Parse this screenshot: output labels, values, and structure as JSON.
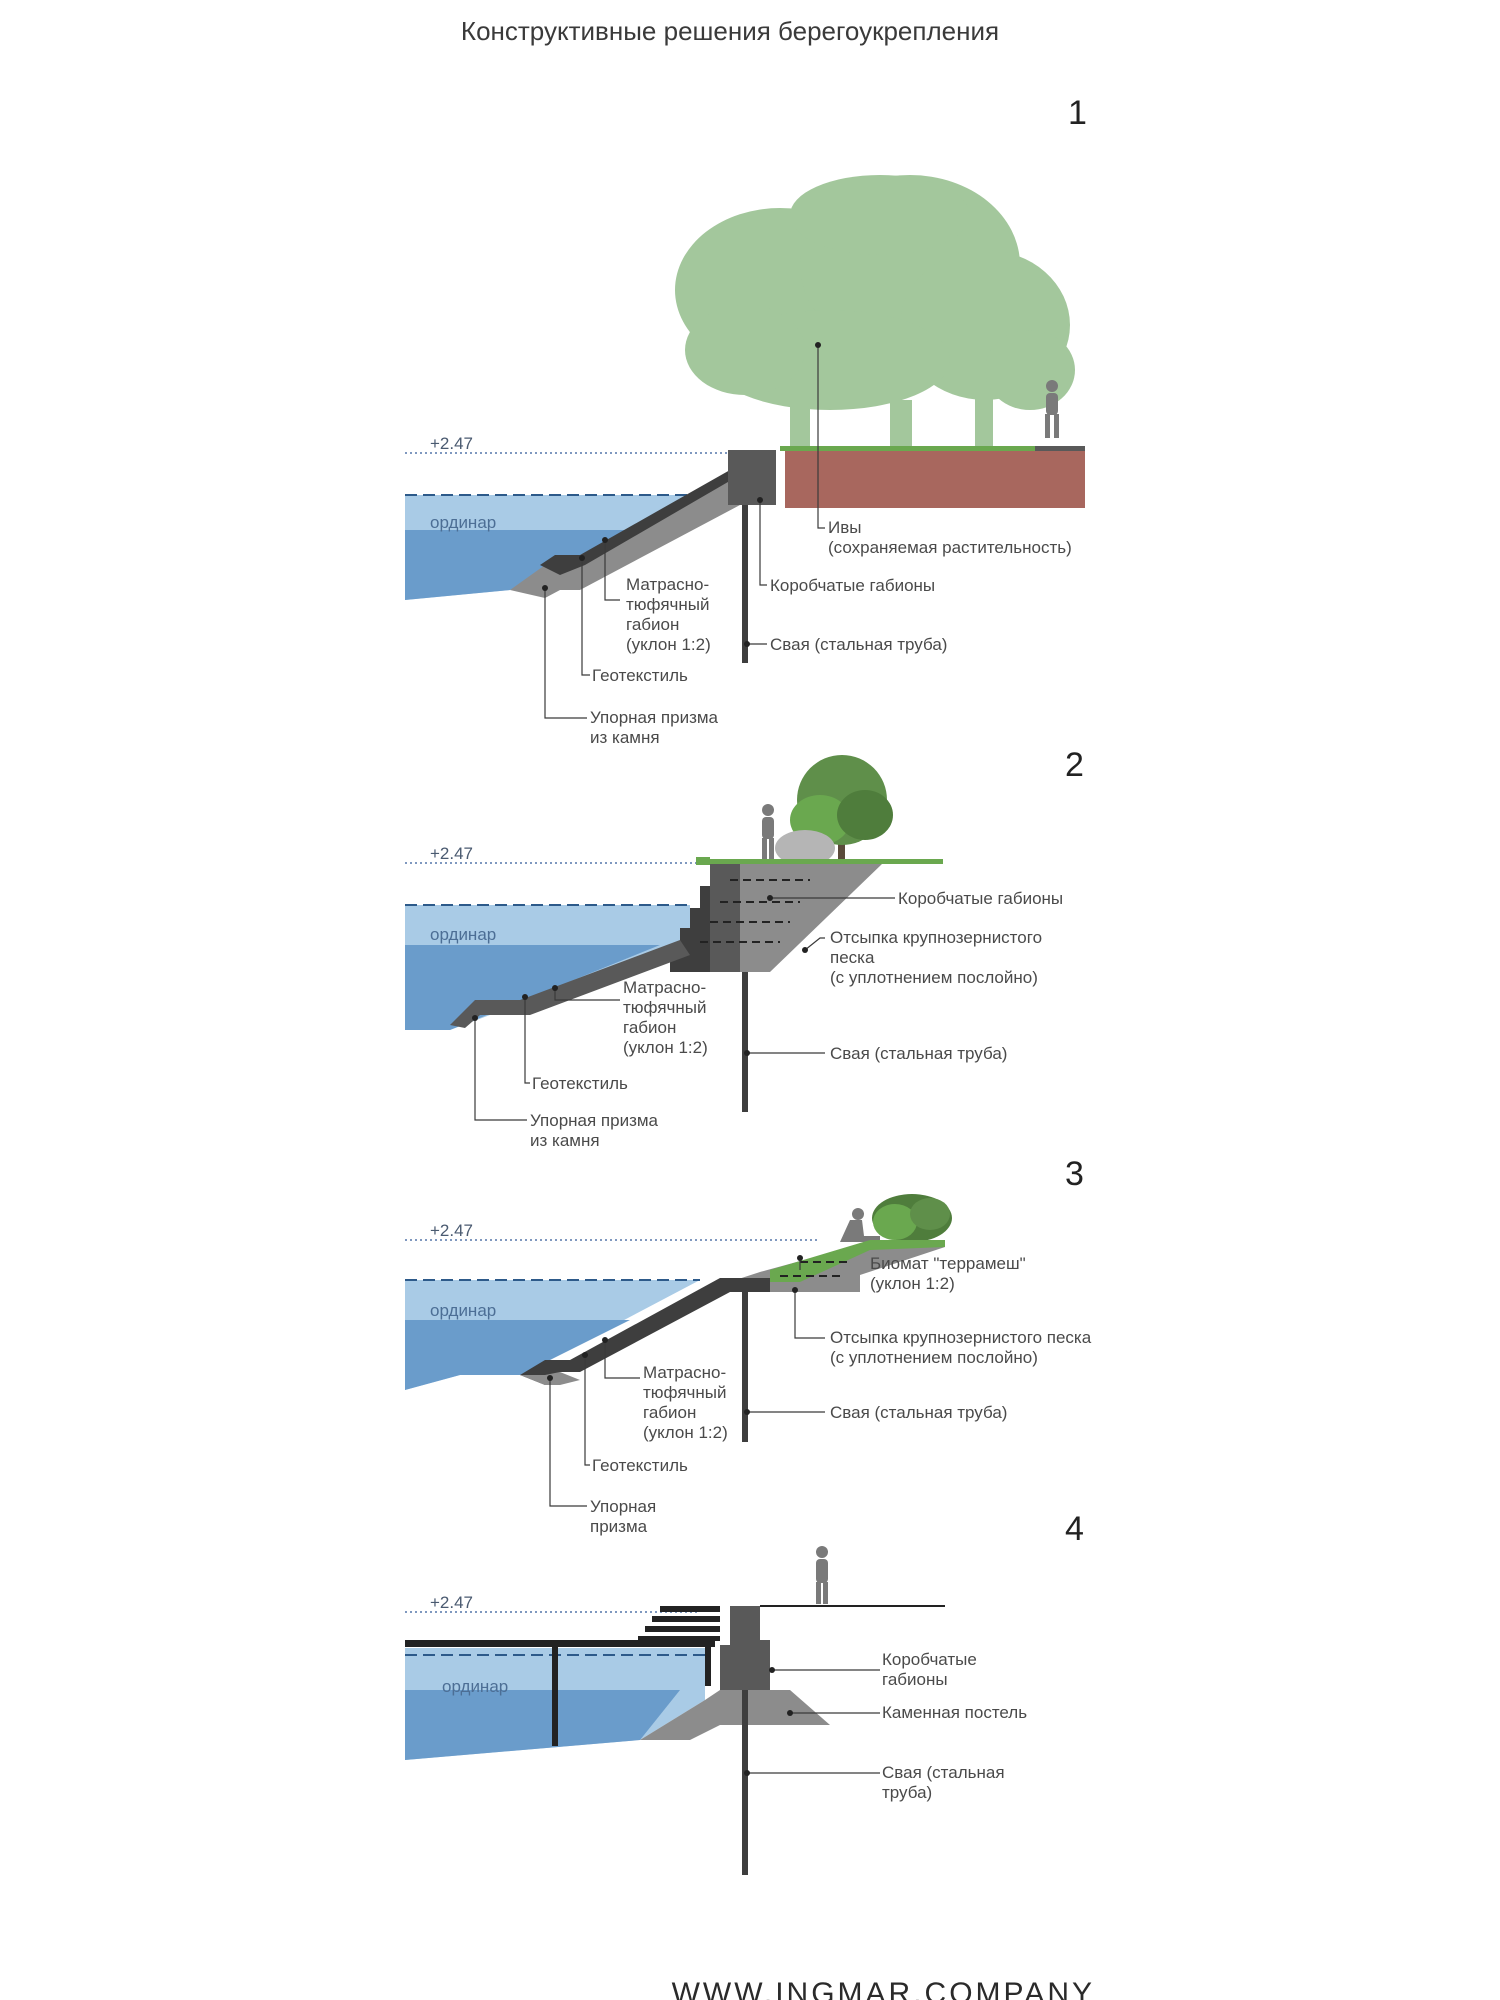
{
  "title": "Конструктивные решения берегоукрепления",
  "website": "WWW.INGMAR.COMPANY",
  "colors": {
    "water_light": "#a9cbe6",
    "water_dark": "#6a9ccb",
    "structure": "#595959",
    "fill_grey": "#8c8c8c",
    "soil": "#a8675e",
    "tree": "#a3c79c",
    "grass": "#6aa84f"
  },
  "sections": [
    {
      "number": "1",
      "level_label": "+2.47",
      "water_label": "ординар",
      "labels": [
        {
          "text": "Ивы"
        },
        {
          "text": "(сохраняемая растительность)"
        },
        {
          "text": "Коробчатые габионы"
        },
        {
          "text": "Матрасно-"
        },
        {
          "text": "тюфячный"
        },
        {
          "text": "габион"
        },
        {
          "text": "(уклон 1:2)"
        },
        {
          "text": "Свая (стальная труба)"
        },
        {
          "text": "Геотекстиль"
        },
        {
          "text": "Упорная призма"
        },
        {
          "text": "из камня"
        }
      ]
    },
    {
      "number": "2",
      "level_label": "+2.47",
      "water_label": "ординар",
      "labels": [
        {
          "text": "Коробчатые габионы"
        },
        {
          "text": "Отсыпка крупнозернистого"
        },
        {
          "text": "песка"
        },
        {
          "text": "(с уплотнением послойно)"
        },
        {
          "text": "Матрасно-"
        },
        {
          "text": "тюфячный"
        },
        {
          "text": "габион"
        },
        {
          "text": "(уклон 1:2)"
        },
        {
          "text": "Свая (стальная труба)"
        },
        {
          "text": "Геотекстиль"
        },
        {
          "text": "Упорная призма"
        },
        {
          "text": "из камня"
        }
      ]
    },
    {
      "number": "3",
      "level_label": "+2.47",
      "water_label": "ординар",
      "labels": [
        {
          "text": "Биомат \"террамеш\""
        },
        {
          "text": "(уклон 1:2)"
        },
        {
          "text": "Отсыпка крупнозернистого песка"
        },
        {
          "text": "(с уплотнением послойно)"
        },
        {
          "text": "Матрасно-"
        },
        {
          "text": "тюфячный"
        },
        {
          "text": "габион"
        },
        {
          "text": "(уклон 1:2)"
        },
        {
          "text": "Свая (стальная труба)"
        },
        {
          "text": "Геотекстиль"
        },
        {
          "text": "Упорная"
        },
        {
          "text": "призма"
        }
      ]
    },
    {
      "number": "4",
      "level_label": "+2.47",
      "water_label": "ординар",
      "labels": [
        {
          "text": "Коробчатые"
        },
        {
          "text": "габионы"
        },
        {
          "text": "Каменная постель"
        },
        {
          "text": "Свая (стальная"
        },
        {
          "text": "труба)"
        }
      ]
    }
  ]
}
